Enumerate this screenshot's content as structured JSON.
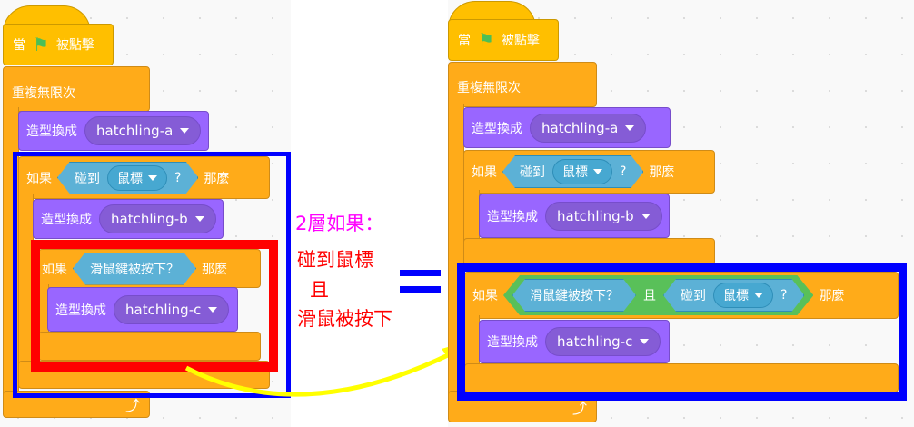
{
  "left": {
    "when_flag": {
      "prefix": "當",
      "suffix": "被點擊"
    },
    "forever": "重複無限次",
    "switch_a": {
      "label": "造型換成",
      "costume": "hatchling-a"
    },
    "if_outer": {
      "label": "如果",
      "then": "那麼",
      "sensor": "碰到",
      "target": "鼠標",
      "q": "?"
    },
    "switch_b": {
      "label": "造型換成",
      "costume": "hatchling-b"
    },
    "if_inner": {
      "label": "如果",
      "then": "那麼",
      "sensor": "滑鼠鍵被按下？"
    },
    "switch_c": {
      "label": "造型換成",
      "costume": "hatchling-c"
    }
  },
  "notes": {
    "line1": "2層如果：",
    "line2": "碰到鼠標",
    "line3": "且",
    "line4": "滑鼠被按下",
    "equals": "="
  },
  "right": {
    "when_flag": {
      "prefix": "當",
      "suffix": "被點擊"
    },
    "forever": "重複無限次",
    "switch_a": {
      "label": "造型換成",
      "costume": "hatchling-a"
    },
    "if_1": {
      "label": "如果",
      "then": "那麼",
      "sensor": "碰到",
      "target": "鼠標",
      "q": "?"
    },
    "switch_b": {
      "label": "造型換成",
      "costume": "hatchling-b"
    },
    "if_and": {
      "label": "如果",
      "then": "那麼",
      "left": "滑鼠鍵被按下？",
      "and": "且",
      "sensor": "碰到",
      "target": "鼠標",
      "q": "?"
    },
    "switch_c": {
      "label": "造型換成",
      "costume": "hatchling-c"
    }
  },
  "colors": {
    "event": "#FFBF00",
    "control": "#FFAB19",
    "looks": "#9966FF",
    "sensing": "#5CB1D6",
    "operator": "#59C059",
    "blue_frame": "#0000FF",
    "red_frame": "#FF0000",
    "arrow": "#FFFF00"
  }
}
